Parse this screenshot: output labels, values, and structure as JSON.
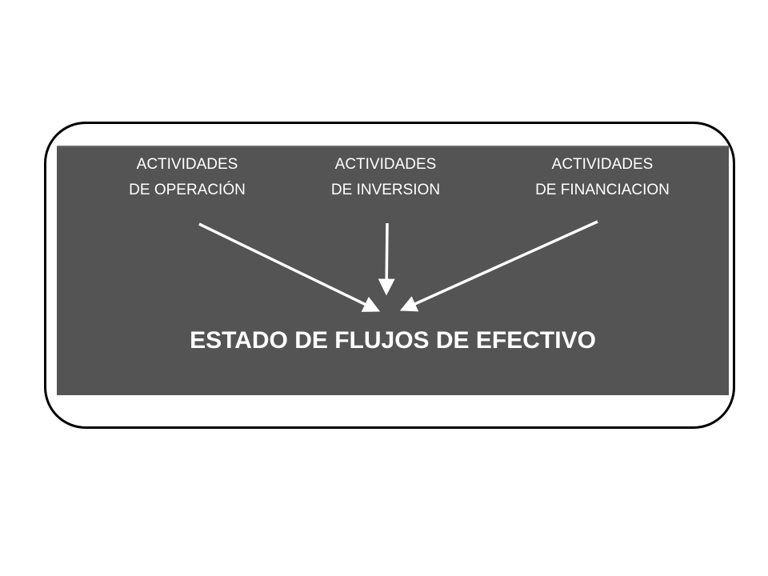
{
  "diagram": {
    "sources": {
      "operacion": "ACTIVIDADES\nDE OPERACIÓN",
      "inversion": "ACTIVIDADES\nDE INVERSION",
      "financiacion": "ACTIVIDADES\nDE FINANCIACION"
    },
    "result": "ESTADO DE FLUJOS DE EFECTIVO",
    "colors": {
      "panel": "#545454",
      "text": "#ffffff",
      "arrow": "#ffffff",
      "frame": "#000000"
    }
  }
}
